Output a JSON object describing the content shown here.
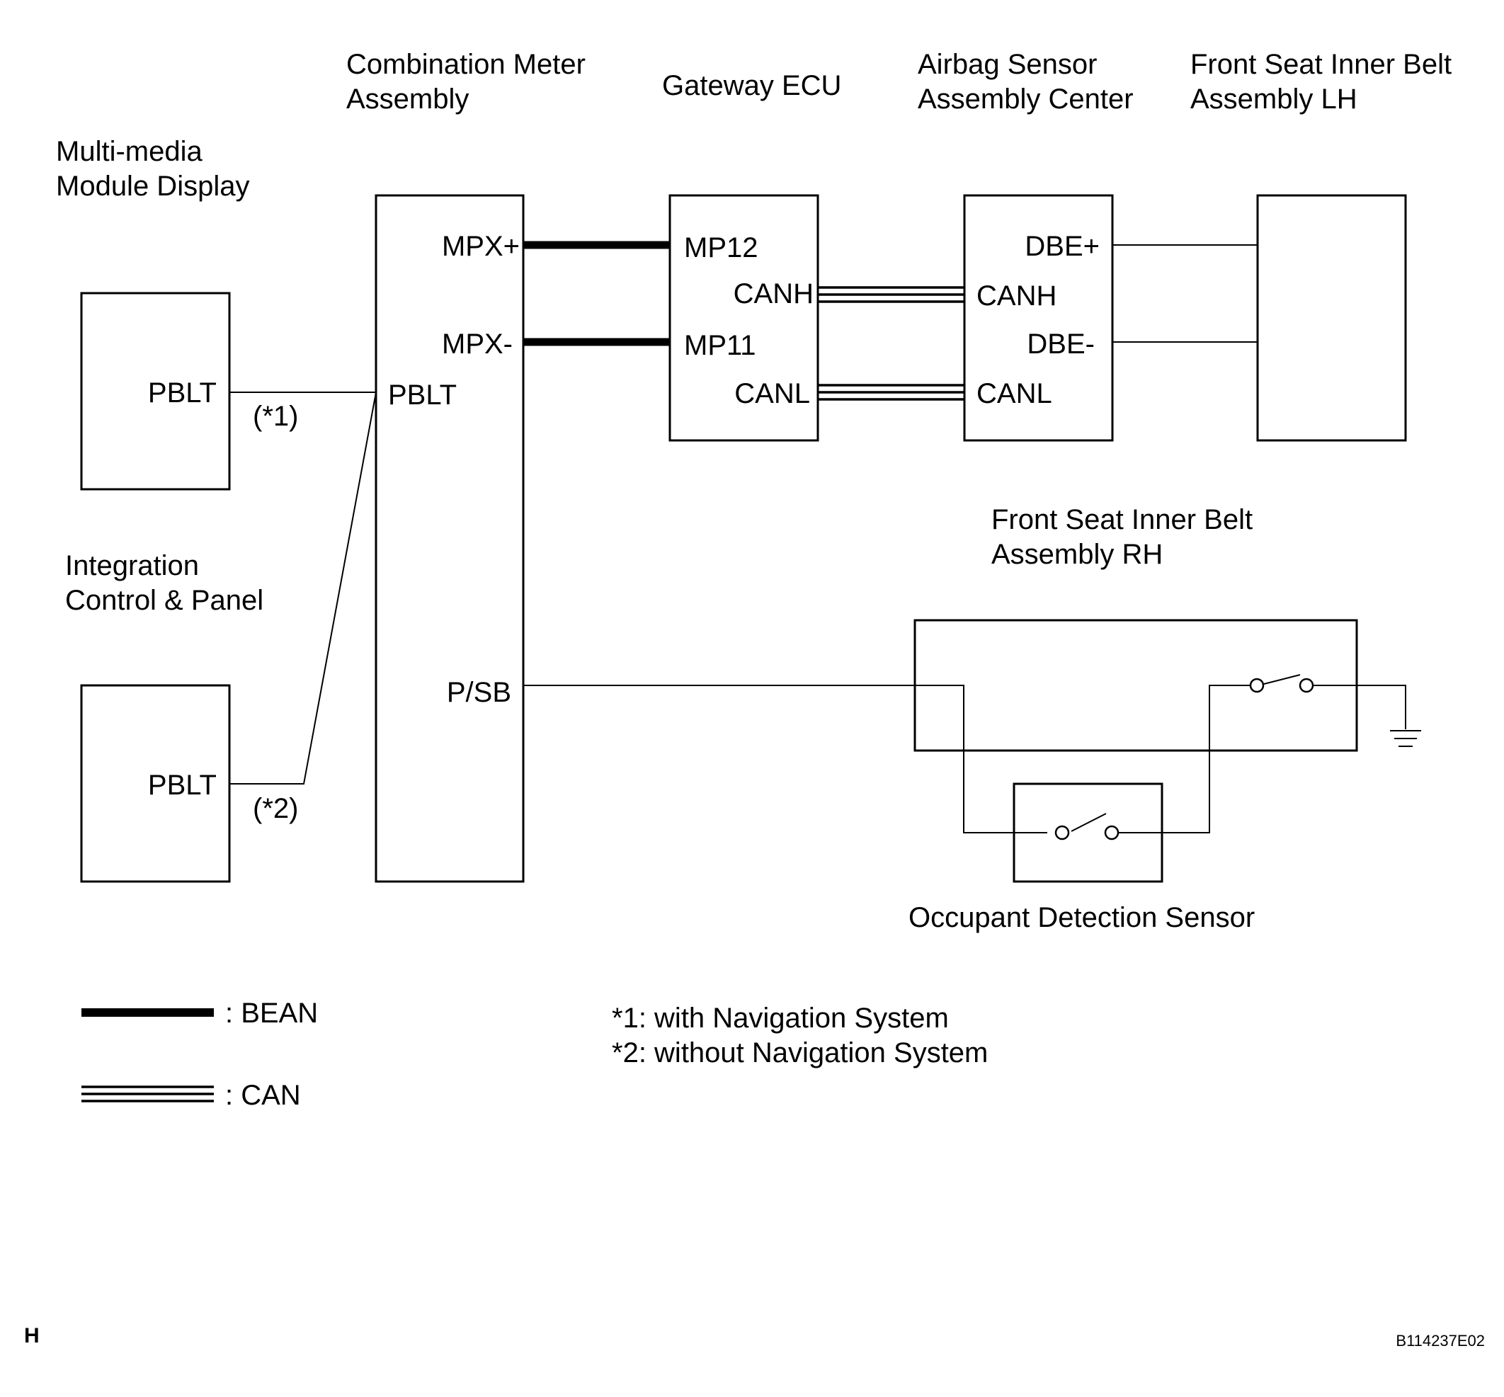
{
  "components": {
    "multimedia_display": {
      "title_1": "Multi-media",
      "title_2": "Module Display",
      "pin_pblt": "PBLT"
    },
    "integration_panel": {
      "title_1": "Integration",
      "title_2": "Control & Panel",
      "pin_pblt": "PBLT"
    },
    "combination_meter": {
      "title_1": "Combination Meter",
      "title_2": "Assembly",
      "pin_mpx_plus": "MPX+",
      "pin_mpx_minus": "MPX-",
      "pin_pblt": "PBLT",
      "pin_psb": "P/SB"
    },
    "gateway_ecu": {
      "title": "Gateway ECU",
      "pin_mp12": "MP12",
      "pin_canh": "CANH",
      "pin_mp11": "MP11",
      "pin_canl": "CANL"
    },
    "airbag_sensor": {
      "title_1": "Airbag Sensor",
      "title_2": "Assembly Center",
      "pin_dbe_plus": "DBE+",
      "pin_canh": "CANH",
      "pin_dbe_minus": "DBE-",
      "pin_canl": "CANL"
    },
    "belt_lh": {
      "title_1": "Front Seat Inner Belt",
      "title_2": "Assembly LH"
    },
    "belt_rh": {
      "title_1": "Front Seat Inner Belt",
      "title_2": "Assembly RH"
    },
    "occupant_sensor": {
      "title": "Occupant Detection Sensor"
    }
  },
  "wire_notes": {
    "note_1": "(*1)",
    "note_2": "(*2)"
  },
  "legend": {
    "bean": ": BEAN",
    "can": ": CAN"
  },
  "footnotes": {
    "line_1": "*1: with Navigation System",
    "line_2": "*2: without Navigation System"
  },
  "corner_left": "H",
  "figure_id": "B114237E02"
}
